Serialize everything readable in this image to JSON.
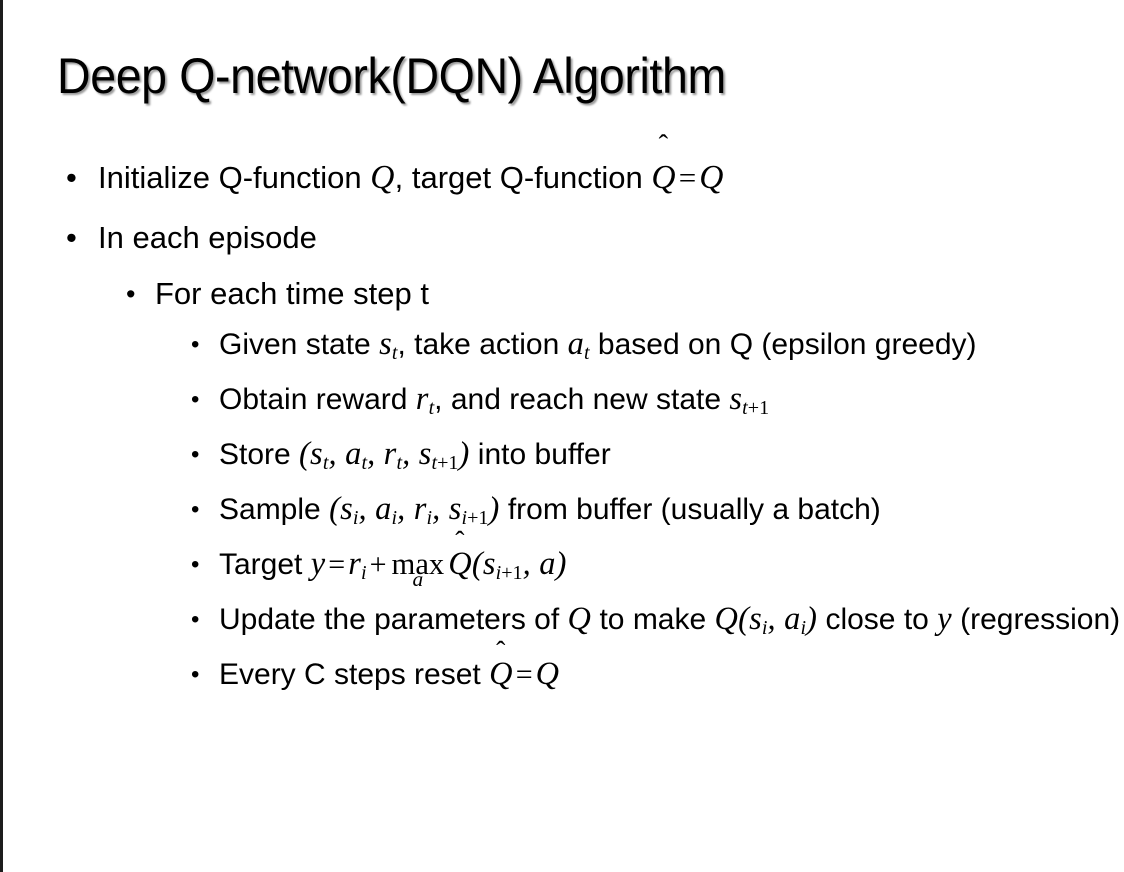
{
  "slide": {
    "title": "Deep Q-network(DQN) Algorithm",
    "background_color": "#ffffff",
    "text_color": "#000000",
    "left_edge_color": "#1c1c1c",
    "bullet_glyph": "•"
  },
  "content": {
    "b1": {
      "text_1": "Initialize Q-function ",
      "var_q1": "Q",
      "text_2": ", target Q-function ",
      "var_qhat": "Q",
      "hat": "̂",
      "eq": "=",
      "var_q2": "Q"
    },
    "b2": {
      "text": "In each episode"
    },
    "b3": {
      "text": "For each time step t"
    },
    "b4": {
      "text_1": "Given state ",
      "var_s": "s",
      "sub_s": "t",
      "text_2": ", take action ",
      "var_a": "a",
      "sub_a": "t",
      "text_3": " based on Q (epsilon greedy)"
    },
    "b5": {
      "text_1": "Obtain reward ",
      "var_r": "r",
      "sub_r": "t",
      "text_2": ", and reach new state ",
      "var_s": "s",
      "sub_s_italic": "t",
      "sub_s_upright": "+1"
    },
    "b6": {
      "text_1": "Store ",
      "paren_open": "(",
      "var_s": "s",
      "sub_s": "t",
      "comma_1": ", ",
      "var_a": "a",
      "sub_a": "t",
      "comma_2": ", ",
      "var_r": "r",
      "sub_r": "t",
      "comma_3": ", ",
      "var_s2": "s",
      "sub_s2_italic": "t",
      "sub_s2_upright": "+1",
      "paren_close": ")",
      "text_2": " into buffer"
    },
    "b7": {
      "text_1": "Sample ",
      "paren_open": "(",
      "var_s": "s",
      "sub_s": "i",
      "comma_1": ", ",
      "var_a": "a",
      "sub_a": "i",
      "comma_2": ", ",
      "var_r": "r",
      "sub_r": "i",
      "comma_3": ", ",
      "var_s2": "s",
      "sub_s2_italic": "i",
      "sub_s2_upright": "+1",
      "paren_close": ")",
      "text_2": " from buffer (usually a batch)"
    },
    "b8": {
      "text_1": "Target ",
      "var_y": "y",
      "eq": "=",
      "var_r": "r",
      "sub_r": "i",
      "plus": "+",
      "max_op": "max",
      "max_limit": "a",
      "var_qhat": "Q",
      "hat": "̂",
      "paren_open": "(",
      "var_s": "s",
      "sub_s_italic": "i",
      "sub_s_upright": "+1",
      "comma": ", ",
      "var_a": "a",
      "paren_close": ")"
    },
    "b9": {
      "text_1": "Update the parameters of ",
      "var_q1": "Q",
      "text_2": " to make ",
      "var_q2": "Q",
      "paren_open": "(",
      "var_s": "s",
      "sub_s": "i",
      "comma": ", ",
      "var_a": "a",
      "sub_a": "i",
      "paren_close": ")",
      "text_3": " close to ",
      "var_y": "y",
      "text_4": " (regression)"
    },
    "b10": {
      "text_1": "Every C steps reset ",
      "var_qhat": "Q",
      "hat": "̂",
      "eq": "=",
      "var_q": "Q"
    }
  }
}
